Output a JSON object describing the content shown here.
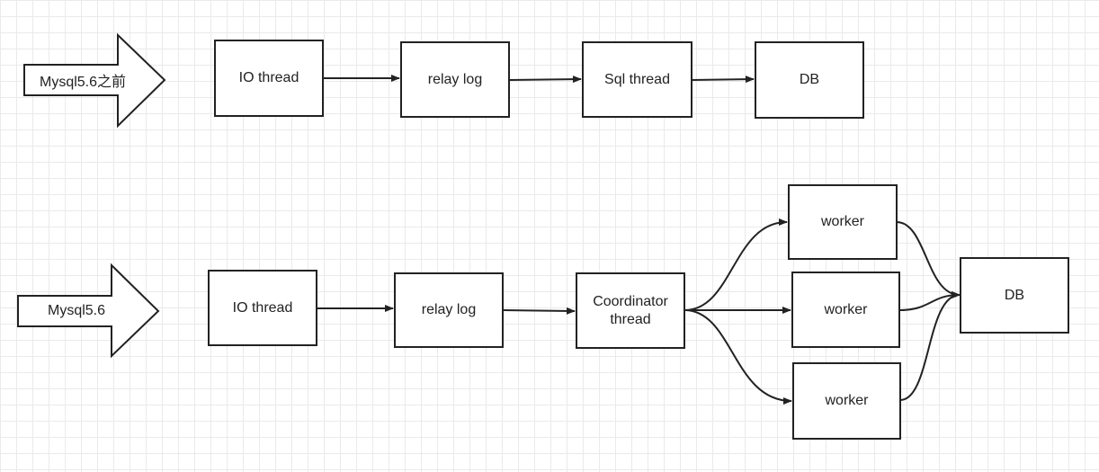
{
  "diagram": {
    "top_row": {
      "label": "Mysql5.6之前",
      "nodes": [
        "IO thread",
        "relay log",
        "Sql thread",
        "DB"
      ]
    },
    "bottom_row": {
      "label": "Mysql5.6",
      "io_thread": "IO thread",
      "relay_log": "relay log",
      "coordinator_line1": "Coordinator",
      "coordinator_line2": "thread",
      "workers": [
        "worker",
        "worker",
        "worker"
      ],
      "db": "DB"
    }
  }
}
